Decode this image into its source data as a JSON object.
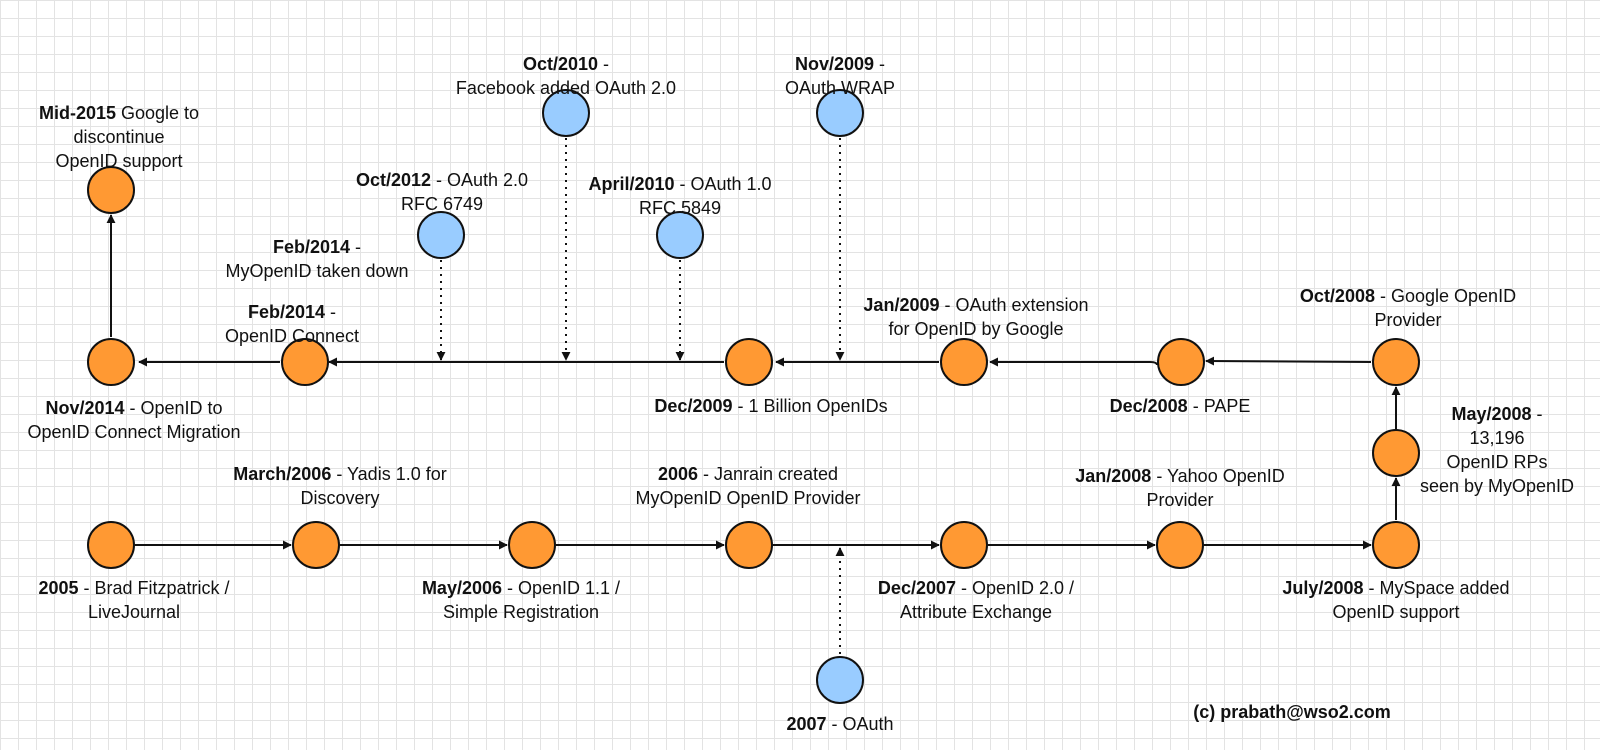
{
  "colors": {
    "openid_node": "#FF9933",
    "oauth_node": "#99CCFF",
    "stroke": "#111111",
    "grid": "#E3E3E3"
  },
  "events": {
    "e2005": {
      "date": "2005",
      "line1": " - Brad Fitzpatrick /",
      "line2": "LiveJournal"
    },
    "march2006": {
      "date": "March/2006",
      "line1": " - Yadis 1.0 for",
      "line2": "Discovery"
    },
    "may2006": {
      "date": "May/2006",
      "line1": " - OpenID 1.1 /",
      "line2": "Simple Registration"
    },
    "e2006": {
      "date": "2006",
      "line1": " - Janrain created",
      "line2": "MyOpenID OpenID Provider"
    },
    "dec2007": {
      "date": "Dec/2007",
      "line1": " - OpenID 2.0 /",
      "line2": "Attribute Exchange"
    },
    "jan2008": {
      "date": "Jan/2008",
      "line1": " - Yahoo OpenID",
      "line2": "Provider"
    },
    "july2008": {
      "date": "July/2008",
      "line1": " - MySpace added",
      "line2": "OpenID support"
    },
    "may2008": {
      "date": "May/2008",
      "line1": " -",
      "line2": "13,196",
      "line3": "OpenID RPs",
      "line4": "seen by MyOpenID"
    },
    "oct2008": {
      "date": "Oct/2008",
      "line1": " - Google OpenID",
      "line2": "Provider"
    },
    "dec2008": {
      "date": "Dec/2008",
      "line1": " - PAPE"
    },
    "jan2009": {
      "date": "Jan/2009",
      "line1": " - OAuth extension",
      "line2": "for OpenID by Google"
    },
    "dec2009": {
      "date": "Dec/2009",
      "line1": " - 1 Billion OpenIDs"
    },
    "feb2014_oidc": {
      "date": "Feb/2014",
      "line1": " -",
      "line2": "OpenID Connect"
    },
    "nov2014": {
      "date": "Nov/2014",
      "line1": " - OpenID to",
      "line2": "OpenID Connect Migration"
    },
    "mid2015": {
      "date": "Mid-2015",
      "line1": " Google to",
      "line2": "discontinue",
      "line3": "OpenID support"
    },
    "feb2014_myopenid": {
      "date": "Feb/2014",
      "line1": " -",
      "line2": "MyOpenID taken down"
    },
    "oct2012": {
      "date": "Oct/2012",
      "line1": " - OAuth 2.0",
      "line2": "RFC 6749"
    },
    "oct2010": {
      "date": "Oct/2010",
      "line1": " -",
      "line2": "Facebook added OAuth 2.0"
    },
    "april2010": {
      "date": "April/2010",
      "line1": " - OAuth 1.0",
      "line2": "RFC 5849"
    },
    "nov2009": {
      "date": "Nov/2009",
      "line1": " -",
      "line2": "OAuth WRAP"
    },
    "e2007": {
      "date": "2007",
      "line1": " - OAuth"
    }
  },
  "copyright": "(c) prabath@wso2.com"
}
